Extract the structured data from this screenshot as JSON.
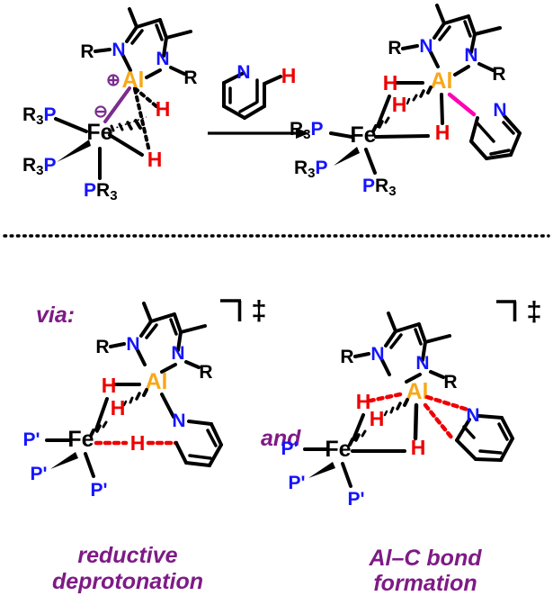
{
  "figure": {
    "kind": "reaction-scheme",
    "caption_style": "bold-italic"
  },
  "colors": {
    "aluminium": "#F7A81B",
    "hydride": "#EE0000",
    "phosphorus": "#1414FF",
    "nitrogen": "#1414FF",
    "carbon": "#000000",
    "charge": "#7B2D8E",
    "annotation": "#7E1A86",
    "al_c_bond": "#FF00B4",
    "fe_al_bond": "#7B2D8E",
    "partial_bond": "#EE0000",
    "background": "#FFFFFF"
  },
  "labels": {
    "Al": "Al",
    "Fe": "Fe",
    "N": "N",
    "R": "R",
    "H": "H",
    "P": "P",
    "P_prime": "P'",
    "R3P": "R₃P",
    "PR3": "PR₃",
    "plus": "⊕",
    "minus": "⊖",
    "doubledagger": "‡"
  },
  "reaction": {
    "reactant": {
      "name": "Fe–Al hydride ion pair",
      "metal": "Fe",
      "main_group": "Al",
      "al_charge": "⊕",
      "fe_charge": "⊖",
      "ligands": [
        "R₃P",
        "R₃P",
        "PR₃"
      ],
      "hydrides": [
        "H",
        "H"
      ],
      "nacnac_substituents": [
        "R",
        "R"
      ],
      "nacnac_nitrogens": [
        "N",
        "N"
      ]
    },
    "reagent": {
      "name": "pyridine",
      "heteroatom": "N",
      "highlighted_atom": "H",
      "position": "above-arrow"
    },
    "arrow": {
      "direction": "right",
      "type": "single-headed"
    },
    "product": {
      "name": "2-pyridyl aluminium iron trihydride",
      "metal": "Fe",
      "main_group": "Al",
      "ligands": [
        "R₃P",
        "R₃P",
        "PR₃"
      ],
      "hydrides": [
        "H",
        "H",
        "H"
      ],
      "nacnac_substituents": [
        "R",
        "R"
      ],
      "nacnac_nitrogens": [
        "N",
        "N"
      ],
      "pyridyl_N": "N",
      "new_bond": "Al–C"
    }
  },
  "divider": {
    "style": "dotted",
    "orientation": "horizontal"
  },
  "transition_states": {
    "via_label": "via:",
    "conjunction": "and",
    "items": [
      {
        "id": "ts-reductive-deprotonation",
        "caption_line1": "reductive",
        "caption_line2": "deprotonation",
        "dagger": "‡",
        "metal": "Fe",
        "main_group": "Al",
        "ligands": [
          "P'",
          "P'",
          "P'"
        ],
        "hydrides": [
          "H",
          "H",
          "H"
        ],
        "nacnac_substituents": [
          "R",
          "R"
        ],
        "nacnac_nitrogens": [
          "N",
          "N"
        ],
        "pyridine_N": "N",
        "breaking_forming_bonds": [
          "Fe···H",
          "H···C"
        ]
      },
      {
        "id": "ts-al-c-bond-formation",
        "caption_line1": "Al–C bond",
        "caption_line2": "formation",
        "dagger": "‡",
        "metal": "Fe",
        "main_group": "Al",
        "ligands": [
          "P'",
          "P'",
          "P'"
        ],
        "hydrides": [
          "H",
          "H",
          "H"
        ],
        "nacnac_substituents": [
          "R",
          "R"
        ],
        "nacnac_nitrogens": [
          "N",
          "N"
        ],
        "pyridine_N": "N",
        "breaking_forming_bonds": [
          "Al···H",
          "Al···N",
          "Al···C"
        ]
      }
    ]
  }
}
